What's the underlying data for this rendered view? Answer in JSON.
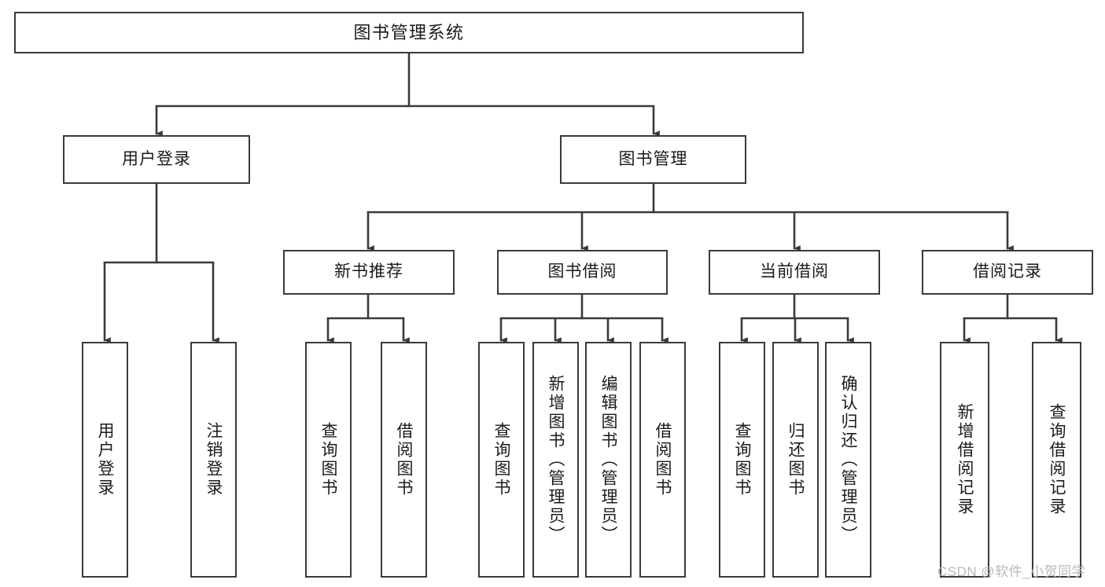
{
  "diagram": {
    "title": "图书管理系统",
    "type": "功能结构图",
    "watermark": "CSDN @软件_小贺同学",
    "colors": {
      "box_border": "#3a3a3a",
      "box_fill": "#ffffff",
      "line": "#3a3a3a",
      "text": "#1b1b1b",
      "watermark": "#b8b8b8",
      "background": "#ffffff"
    },
    "root": {
      "label": "图书管理系统"
    },
    "level2": [
      {
        "id": "user-login",
        "label": "用户登录"
      },
      {
        "id": "book-manage",
        "label": "图书管理"
      }
    ],
    "level3": [
      {
        "id": "new-book-rec",
        "label": "新书推荐",
        "parent": "book-manage"
      },
      {
        "id": "book-borrow",
        "label": "图书借阅",
        "parent": "book-manage"
      },
      {
        "id": "current-borrow",
        "label": "当前借阅",
        "parent": "book-manage"
      },
      {
        "id": "borrow-record",
        "label": "借阅记录",
        "parent": "book-manage"
      }
    ],
    "leaves": [
      {
        "id": "leaf-user-login",
        "label": "用户登录",
        "parent": "user-login"
      },
      {
        "id": "leaf-logout",
        "label": "注销登录",
        "parent": "user-login"
      },
      {
        "id": "leaf-query-book-1",
        "label": "查询图书",
        "parent": "new-book-rec"
      },
      {
        "id": "leaf-borrow-book-1",
        "label": "借阅图书",
        "parent": "new-book-rec"
      },
      {
        "id": "leaf-query-book-2",
        "label": "查询图书",
        "parent": "book-borrow"
      },
      {
        "id": "leaf-add-book",
        "label": "新增图书（管理员）",
        "parent": "book-borrow"
      },
      {
        "id": "leaf-edit-book",
        "label": "编辑图书（管理员）",
        "parent": "book-borrow"
      },
      {
        "id": "leaf-borrow-book-2",
        "label": "借阅图书",
        "parent": "book-borrow"
      },
      {
        "id": "leaf-query-book-3",
        "label": "查询图书",
        "parent": "current-borrow"
      },
      {
        "id": "leaf-return-book",
        "label": "归还图书",
        "parent": "current-borrow"
      },
      {
        "id": "leaf-confirm-return",
        "label": "确认归还（管理员）",
        "parent": "current-borrow"
      },
      {
        "id": "leaf-add-record",
        "label": "新增借阅记录",
        "parent": "borrow-record"
      },
      {
        "id": "leaf-query-record",
        "label": "查询借阅记录",
        "parent": "borrow-record"
      }
    ]
  }
}
